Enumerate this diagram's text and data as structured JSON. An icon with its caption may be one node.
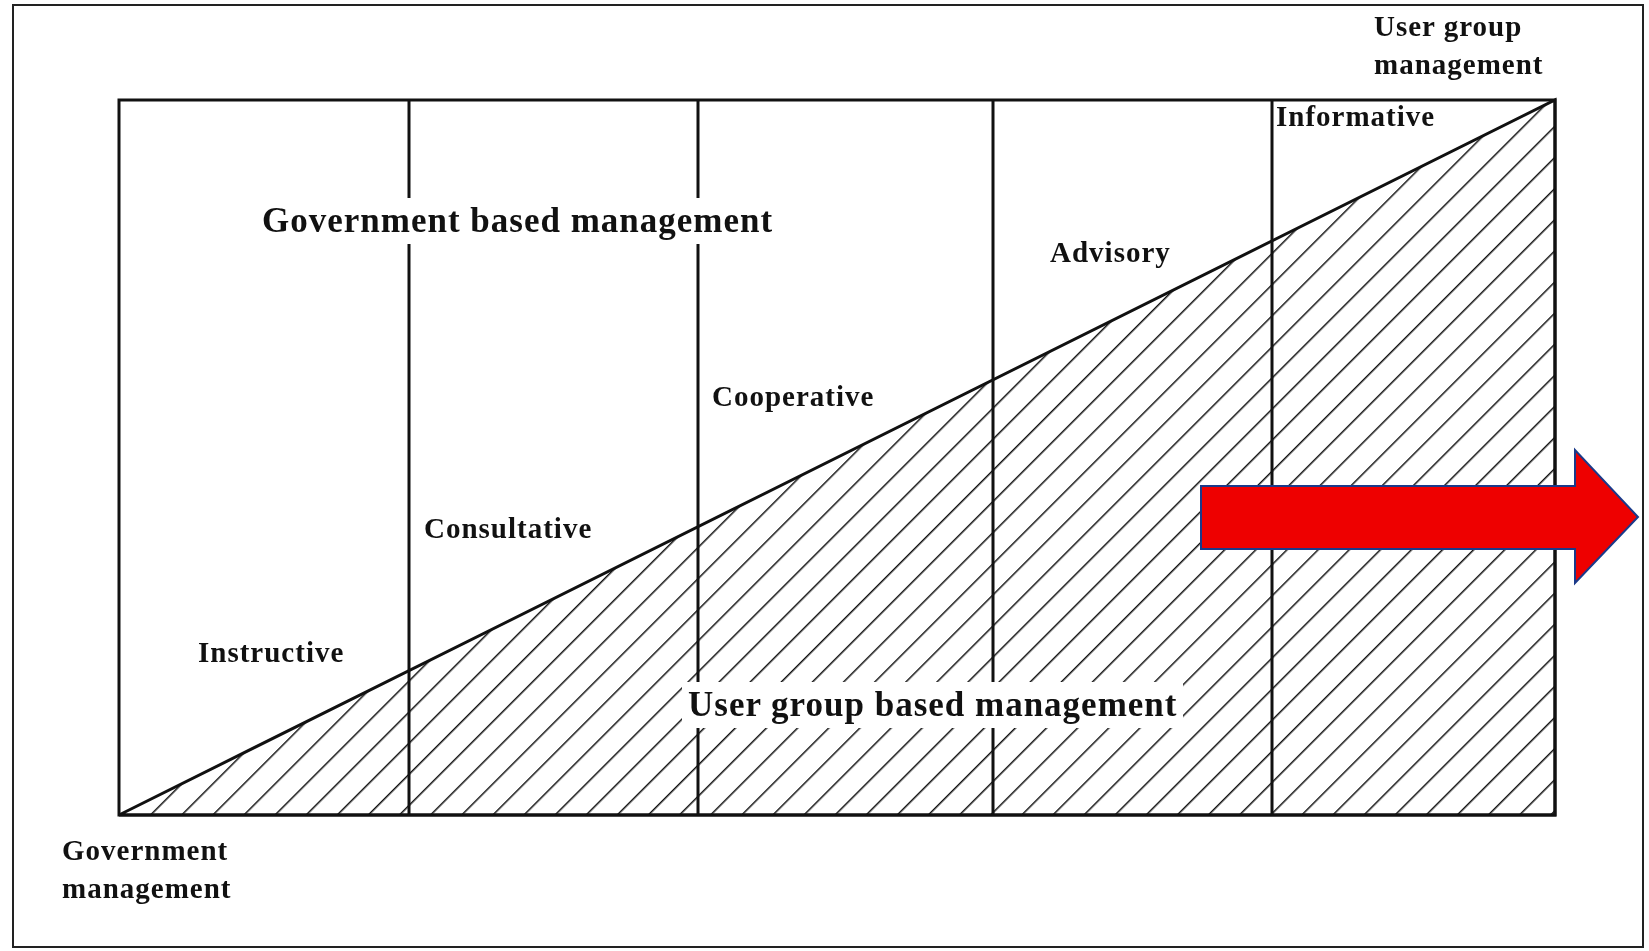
{
  "diagram": {
    "labels": [
      "User group management",
      "Informative",
      "Government based management",
      "Advisory",
      "Cooperative",
      "Consultative",
      "Instructive",
      "User group based management",
      "Government management"
    ]
  }
}
